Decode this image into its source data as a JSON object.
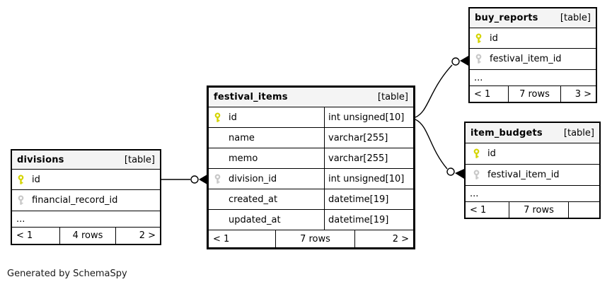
{
  "footer_note": "Generated by SchemaSpy",
  "colors": {
    "pk_key": "#d4d400",
    "fk_key": "#c8c8c8",
    "header_bg": "#f4f4f4",
    "line": "#000000"
  },
  "tables": [
    {
      "name": "divisions",
      "badge": "[table]",
      "columns": [
        {
          "name": "id",
          "key": "pk"
        },
        {
          "name": "financial_record_id",
          "key": "fk"
        },
        {
          "name": "...",
          "key": "none"
        }
      ],
      "footer": {
        "prev": "< 1",
        "rows": "4 rows",
        "next": "2 >"
      }
    },
    {
      "name": "festival_items",
      "badge": "[table]",
      "columns": [
        {
          "name": "id",
          "type": "int unsigned[10]",
          "key": "pk"
        },
        {
          "name": "name",
          "type": "varchar[255]",
          "key": "none"
        },
        {
          "name": "memo",
          "type": "varchar[255]",
          "key": "none"
        },
        {
          "name": "division_id",
          "type": "int unsigned[10]",
          "key": "fk"
        },
        {
          "name": "created_at",
          "type": "datetime[19]",
          "key": "none"
        },
        {
          "name": "updated_at",
          "type": "datetime[19]",
          "key": "none"
        }
      ],
      "footer": {
        "prev": "< 1",
        "rows": "7 rows",
        "next": "2 >"
      }
    },
    {
      "name": "buy_reports",
      "badge": "[table]",
      "columns": [
        {
          "name": "id",
          "key": "pk"
        },
        {
          "name": "festival_item_id",
          "key": "fk"
        },
        {
          "name": "...",
          "key": "none"
        }
      ],
      "footer": {
        "prev": "< 1",
        "rows": "7 rows",
        "next": "3 >"
      }
    },
    {
      "name": "item_budgets",
      "badge": "[table]",
      "columns": [
        {
          "name": "id",
          "key": "pk"
        },
        {
          "name": "festival_item_id",
          "key": "fk"
        },
        {
          "name": "...",
          "key": "none"
        }
      ],
      "footer": {
        "prev": "< 1",
        "rows": "7 rows",
        "next": ""
      }
    }
  ],
  "relationships": [
    {
      "from": "divisions.id",
      "to": "festival_items.division_id"
    },
    {
      "from": "festival_items.id",
      "to": "buy_reports.festival_item_id"
    },
    {
      "from": "festival_items.id",
      "to": "item_budgets.festival_item_id"
    }
  ]
}
